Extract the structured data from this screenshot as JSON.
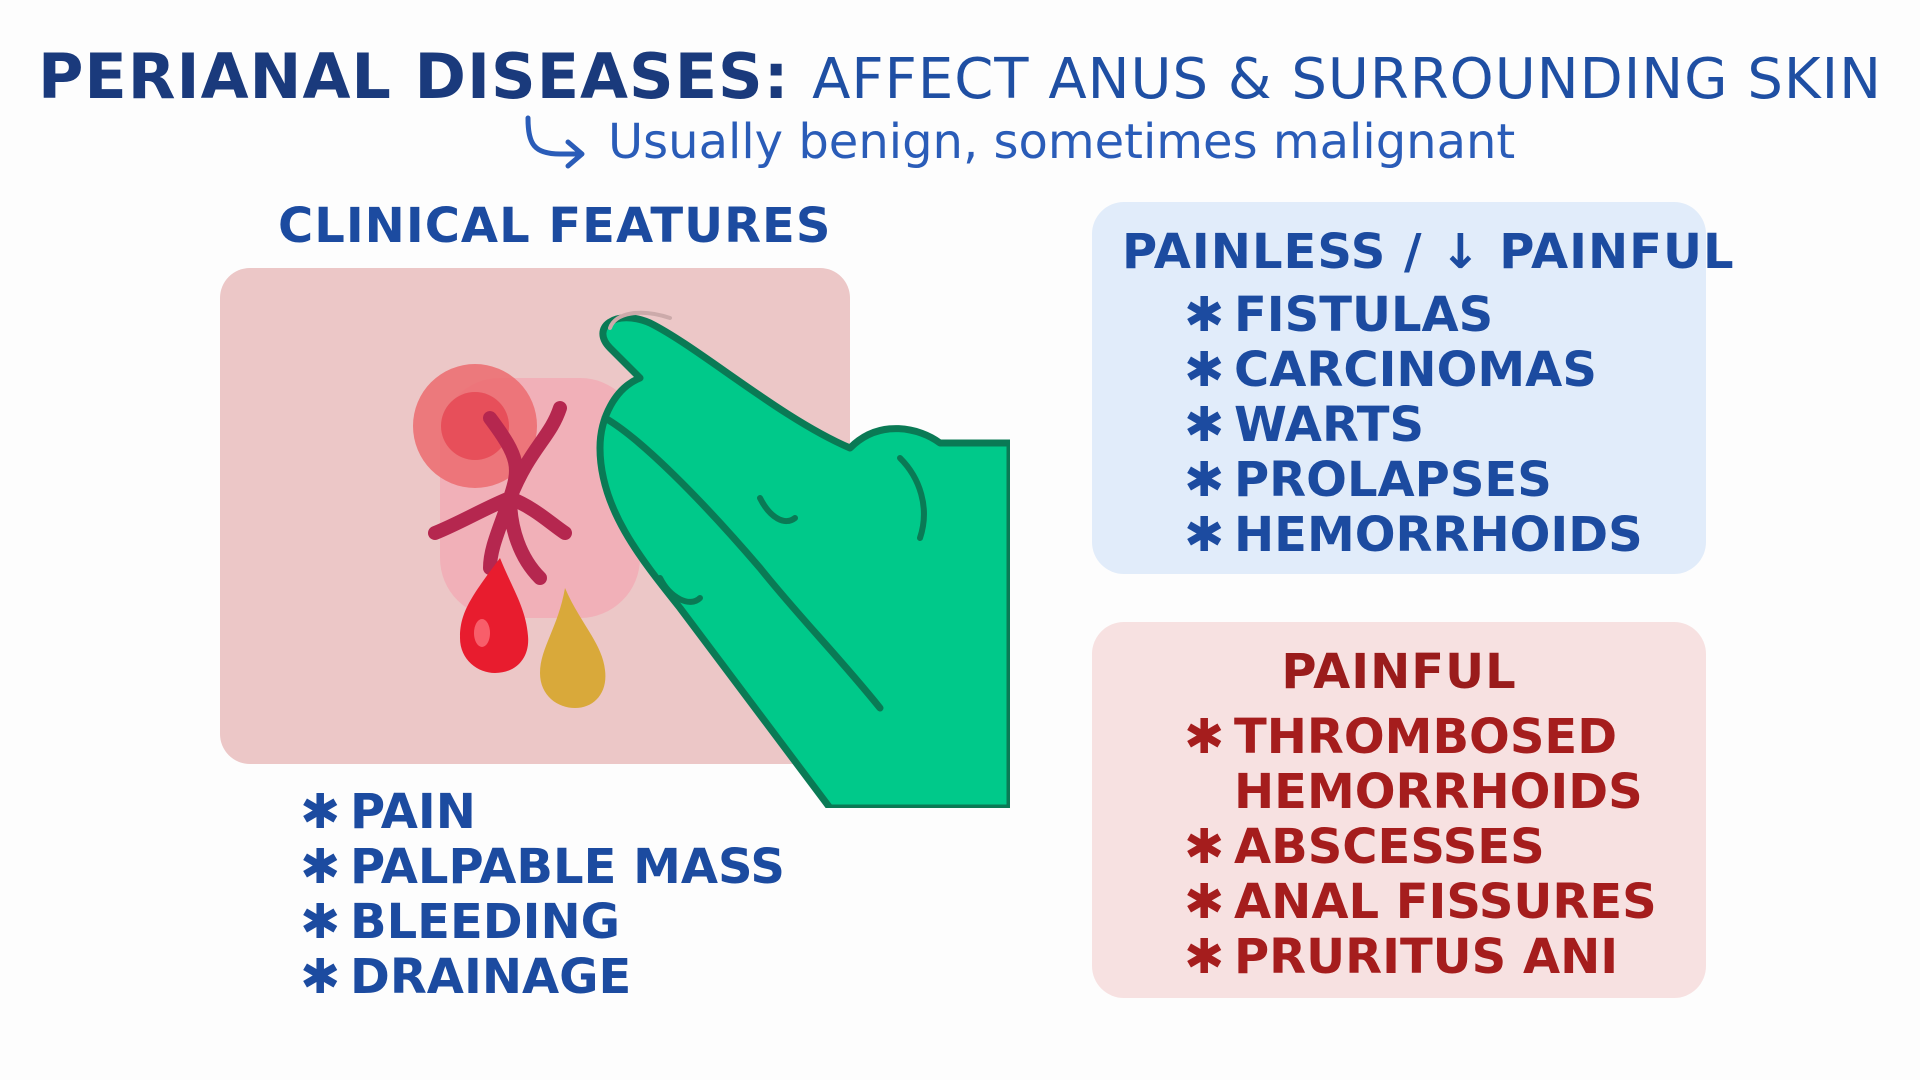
{
  "title": {
    "main": "PERIANAL DISEASES:",
    "rest": "AFFECT ANUS & SURROUNDING SKIN",
    "subtitle": "Usually benign, sometimes malignant"
  },
  "clinical": {
    "heading": "CLINICAL FEATURES",
    "items": [
      "PAIN",
      "PALPABLE MASS",
      "BLEEDING",
      "DRAINAGE"
    ]
  },
  "painless_box": {
    "heading_left": "PAINLESS /",
    "heading_arrow": "↓",
    "heading_right": "PAINFUL",
    "items": [
      "FISTULAS",
      "CARCINOMAS",
      "WARTS",
      "PROLAPSES",
      "HEMORRHOIDS"
    ]
  },
  "painful_box": {
    "heading": "PAINFUL",
    "items": [
      {
        "line1": "THROMBOSED",
        "line2": "HEMORRHOIDS"
      },
      {
        "line1": "ABSCESSES",
        "line2": ""
      },
      {
        "line1": "ANAL FISSURES",
        "line2": ""
      },
      {
        "line1": "PRURITUS ANI",
        "line2": ""
      }
    ]
  },
  "bullet_symbol": "✱",
  "colors": {
    "title": "#1a3a7c",
    "blue_text": "#1c4ba0",
    "red_text": "#a51d1d",
    "blue_box": "#e1ecfa",
    "red_box": "#f7e1e1",
    "glove": "#00c98a",
    "skin_panel": "#ecc7c7"
  }
}
